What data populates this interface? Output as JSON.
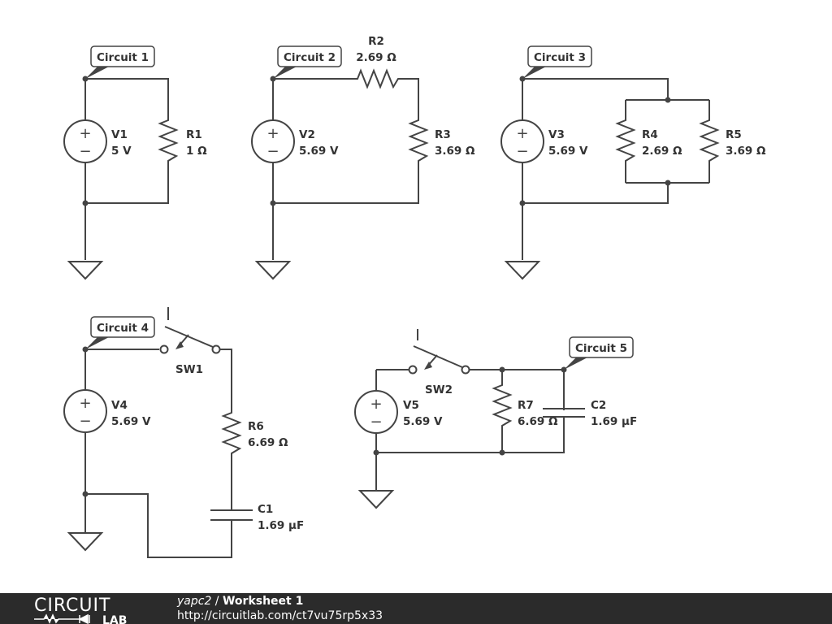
{
  "circuits": {
    "c1": {
      "tag": "Circuit 1",
      "v1_name": "V1",
      "v1_value": "5 V",
      "r1_name": "R1",
      "r1_value": "1 Ω"
    },
    "c2": {
      "tag": "Circuit 2",
      "v2_name": "V2",
      "v2_value": "5.69 V",
      "r2_name": "R2",
      "r2_value": "2.69 Ω",
      "r3_name": "R3",
      "r3_value": "3.69 Ω"
    },
    "c3": {
      "tag": "Circuit 3",
      "v3_name": "V3",
      "v3_value": "5.69 V",
      "r4_name": "R4",
      "r4_value": "2.69 Ω",
      "r5_name": "R5",
      "r5_value": "3.69 Ω"
    },
    "c4": {
      "tag": "Circuit 4",
      "v4_name": "V4",
      "v4_value": "5.69 V",
      "sw1_name": "SW1",
      "r6_name": "R6",
      "r6_value": "6.69 Ω",
      "c1_name": "C1",
      "c1_value": "1.69 µF"
    },
    "c5": {
      "tag": "Circuit 5",
      "v5_name": "V5",
      "v5_value": "5.69 V",
      "sw2_name": "SW2",
      "r7_name": "R7",
      "r7_value": "6.69 Ω",
      "c2_name": "C2",
      "c2_value": "1.69 µF"
    }
  },
  "symbols": {
    "plus": "+",
    "minus": "−"
  },
  "footer": {
    "logo_top": "CIRCUIT",
    "logo_bottom": "LAB",
    "user": "yapc2",
    "separator": " / ",
    "worksheet": "Worksheet 1",
    "url": "http://circuitlab.com/ct7vu75rp5x33"
  },
  "colors": {
    "wire": "#444444",
    "footer_bg": "#2b2b2b"
  }
}
